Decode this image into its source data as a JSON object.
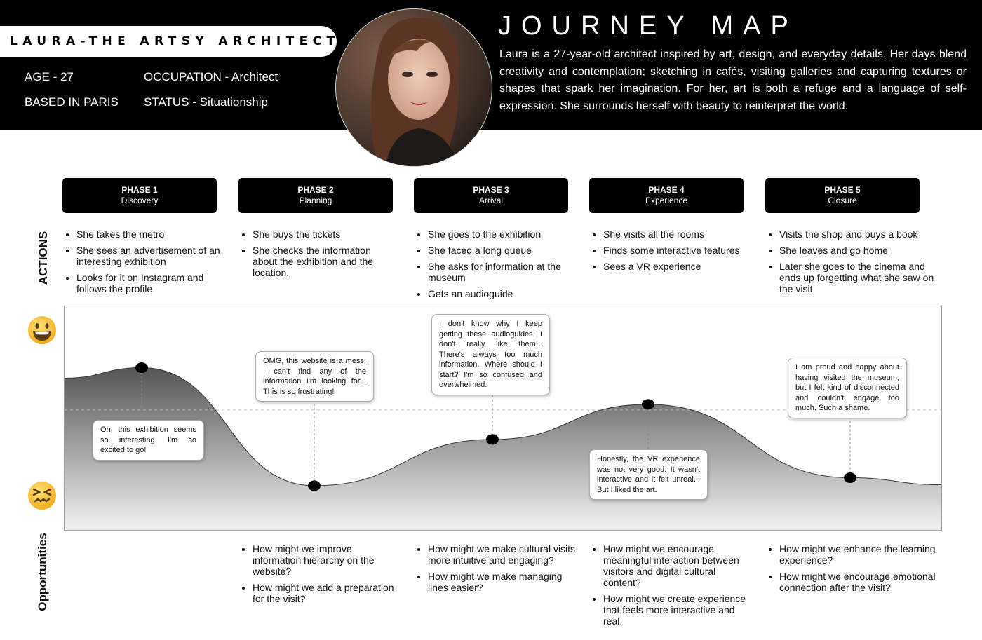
{
  "header": {
    "name": "LAURA-THE ARTSY ARCHITECT",
    "age": "AGE - 27",
    "occupation": "OCCUPATION - Architect",
    "based": "BASED IN PARIS",
    "status": "STATUS - Situationship",
    "title": "JOURNEY MAP",
    "description": "Laura is a 27-year-old architect inspired by art, design, and everyday details. Her days blend creativity and contemplation; sketching in cafés, visiting galleries and capturing textures or shapes that spark her imagination. For her, art is both a refuge and a language of self-expression. She surrounds herself with beauty to reinterpret the world."
  },
  "labels": {
    "actions": "ACTIONS",
    "opportunities": "Opportunities"
  },
  "phases": [
    {
      "title": "PHASE 1",
      "name": "Discovery"
    },
    {
      "title": "PHASE 2",
      "name": "Planning"
    },
    {
      "title": "PHASE 3",
      "name": "Arrival"
    },
    {
      "title": "PHASE 4",
      "name": "Experience"
    },
    {
      "title": "PHASE 5",
      "name": "Closure"
    }
  ],
  "actions": [
    [
      "She takes the metro",
      "She sees an advertisement of an interesting exhibition",
      "Looks for it on Instagram and follows the profile"
    ],
    [
      "She buys the tickets",
      "She checks the information about the exhibition and the location."
    ],
    [
      "She goes to the exhibition",
      "She faced a long queue",
      "She asks for information at the museum",
      "Gets an audioguide"
    ],
    [
      "She visits all the rooms",
      "Finds some interactive features",
      "Sees a VR experience"
    ],
    [
      "Visits the shop and buys a book",
      "She leaves and go home",
      "Later she goes to the cinema and ends up forgetting what she saw on the visit"
    ]
  ],
  "opportunities": [
    [],
    [
      "How might we improve information hierarchy on the website?",
      "How might we add a preparation for the visit?"
    ],
    [
      "How might we make cultural visits more intuitive and engaging?",
      "How might we make managing lines easier?"
    ],
    [
      "How might we encourage meaningful interaction between visitors and digital cultural content?",
      "How might we create experience that feels more interactive and real."
    ],
    [
      "How might we enhance the learning experience?",
      "How might we encourage emotional connection after the visit?"
    ]
  ],
  "quotes": [
    "Oh, this exhibition seems so interesting. I'm so excited to go!",
    "OMG, this website is a mess, I can't find any of the information I'm looking for... This is so frustrating!",
    "I don't know why I keep getting these audioguides, I don't really like them... There's always too much information. Where should I start? I'm so confused and overwhelmed.",
    "Honestly, the VR experience was not very good. It wasn't interactive and it felt unreal... But I liked the art.",
    "I am proud and happy about having visited the museum, but I felt kind of disconnected and couldn't engage too much. Such a shame."
  ],
  "chart_data": {
    "type": "area",
    "categories": [
      "Phase 1",
      "Phase 2",
      "Phase 3",
      "Phase 4",
      "Phase 5"
    ],
    "values": [
      0.78,
      0.04,
      0.33,
      0.55,
      0.09
    ],
    "ylim": [
      0,
      1
    ],
    "grid": false,
    "legend": "none",
    "emotions": {
      "top": "happy-face",
      "bottom": "frustrated-face"
    }
  },
  "colors": {
    "black": "#000000",
    "curve_fill_top": "#555555",
    "curve_fill_bottom": "#f2f2f2",
    "emoji_yellow": "#f6c22c"
  }
}
